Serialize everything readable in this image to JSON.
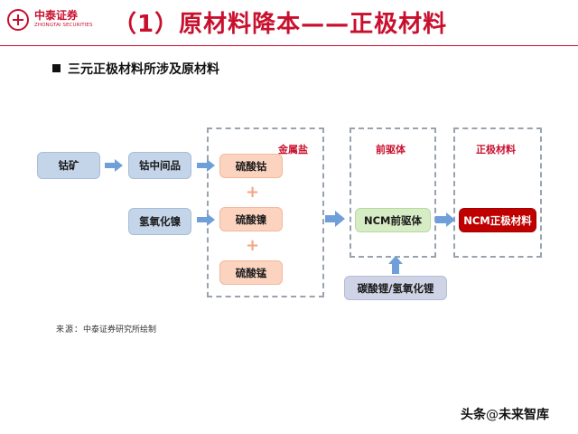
{
  "header": {
    "logo_cn": "中泰证券",
    "logo_en": "ZHONGTAI SECURITIES",
    "title": "（1）原材料降本——正极材料"
  },
  "section": {
    "heading": "三元正极材料所涉及原材料"
  },
  "diagram": {
    "groups": {
      "metal_salt": "金属盐",
      "precursor": "前驱体",
      "cathode": "正极材料"
    },
    "nodes": {
      "cobalt_ore": "钴矿",
      "cobalt_intermediate": "钴中间品",
      "nickel_hydroxide": "氢氧化镍",
      "cobalt_sulfate": "硫酸钴",
      "nickel_sulfate": "硫酸镍",
      "manganese_sulfate": "硫酸锰",
      "ncm_precursor": "NCM前驱体",
      "ncm_cathode": "NCM正极材料",
      "lithium": "碳酸锂/氢氧化锂"
    },
    "plus": "+"
  },
  "source": {
    "label": "来源：",
    "text": "中泰证券研究所绘制"
  },
  "watermark": {
    "prefix": "头条",
    "at": "@",
    "name": "未来智库"
  },
  "colors": {
    "brand_red": "#c8102e",
    "node_blue": "#c4d5ea",
    "node_orange": "#fbd3bf",
    "node_green": "#d6ecc4",
    "node_red": "#c00000",
    "arrow_blue": "#6f9fd8"
  }
}
